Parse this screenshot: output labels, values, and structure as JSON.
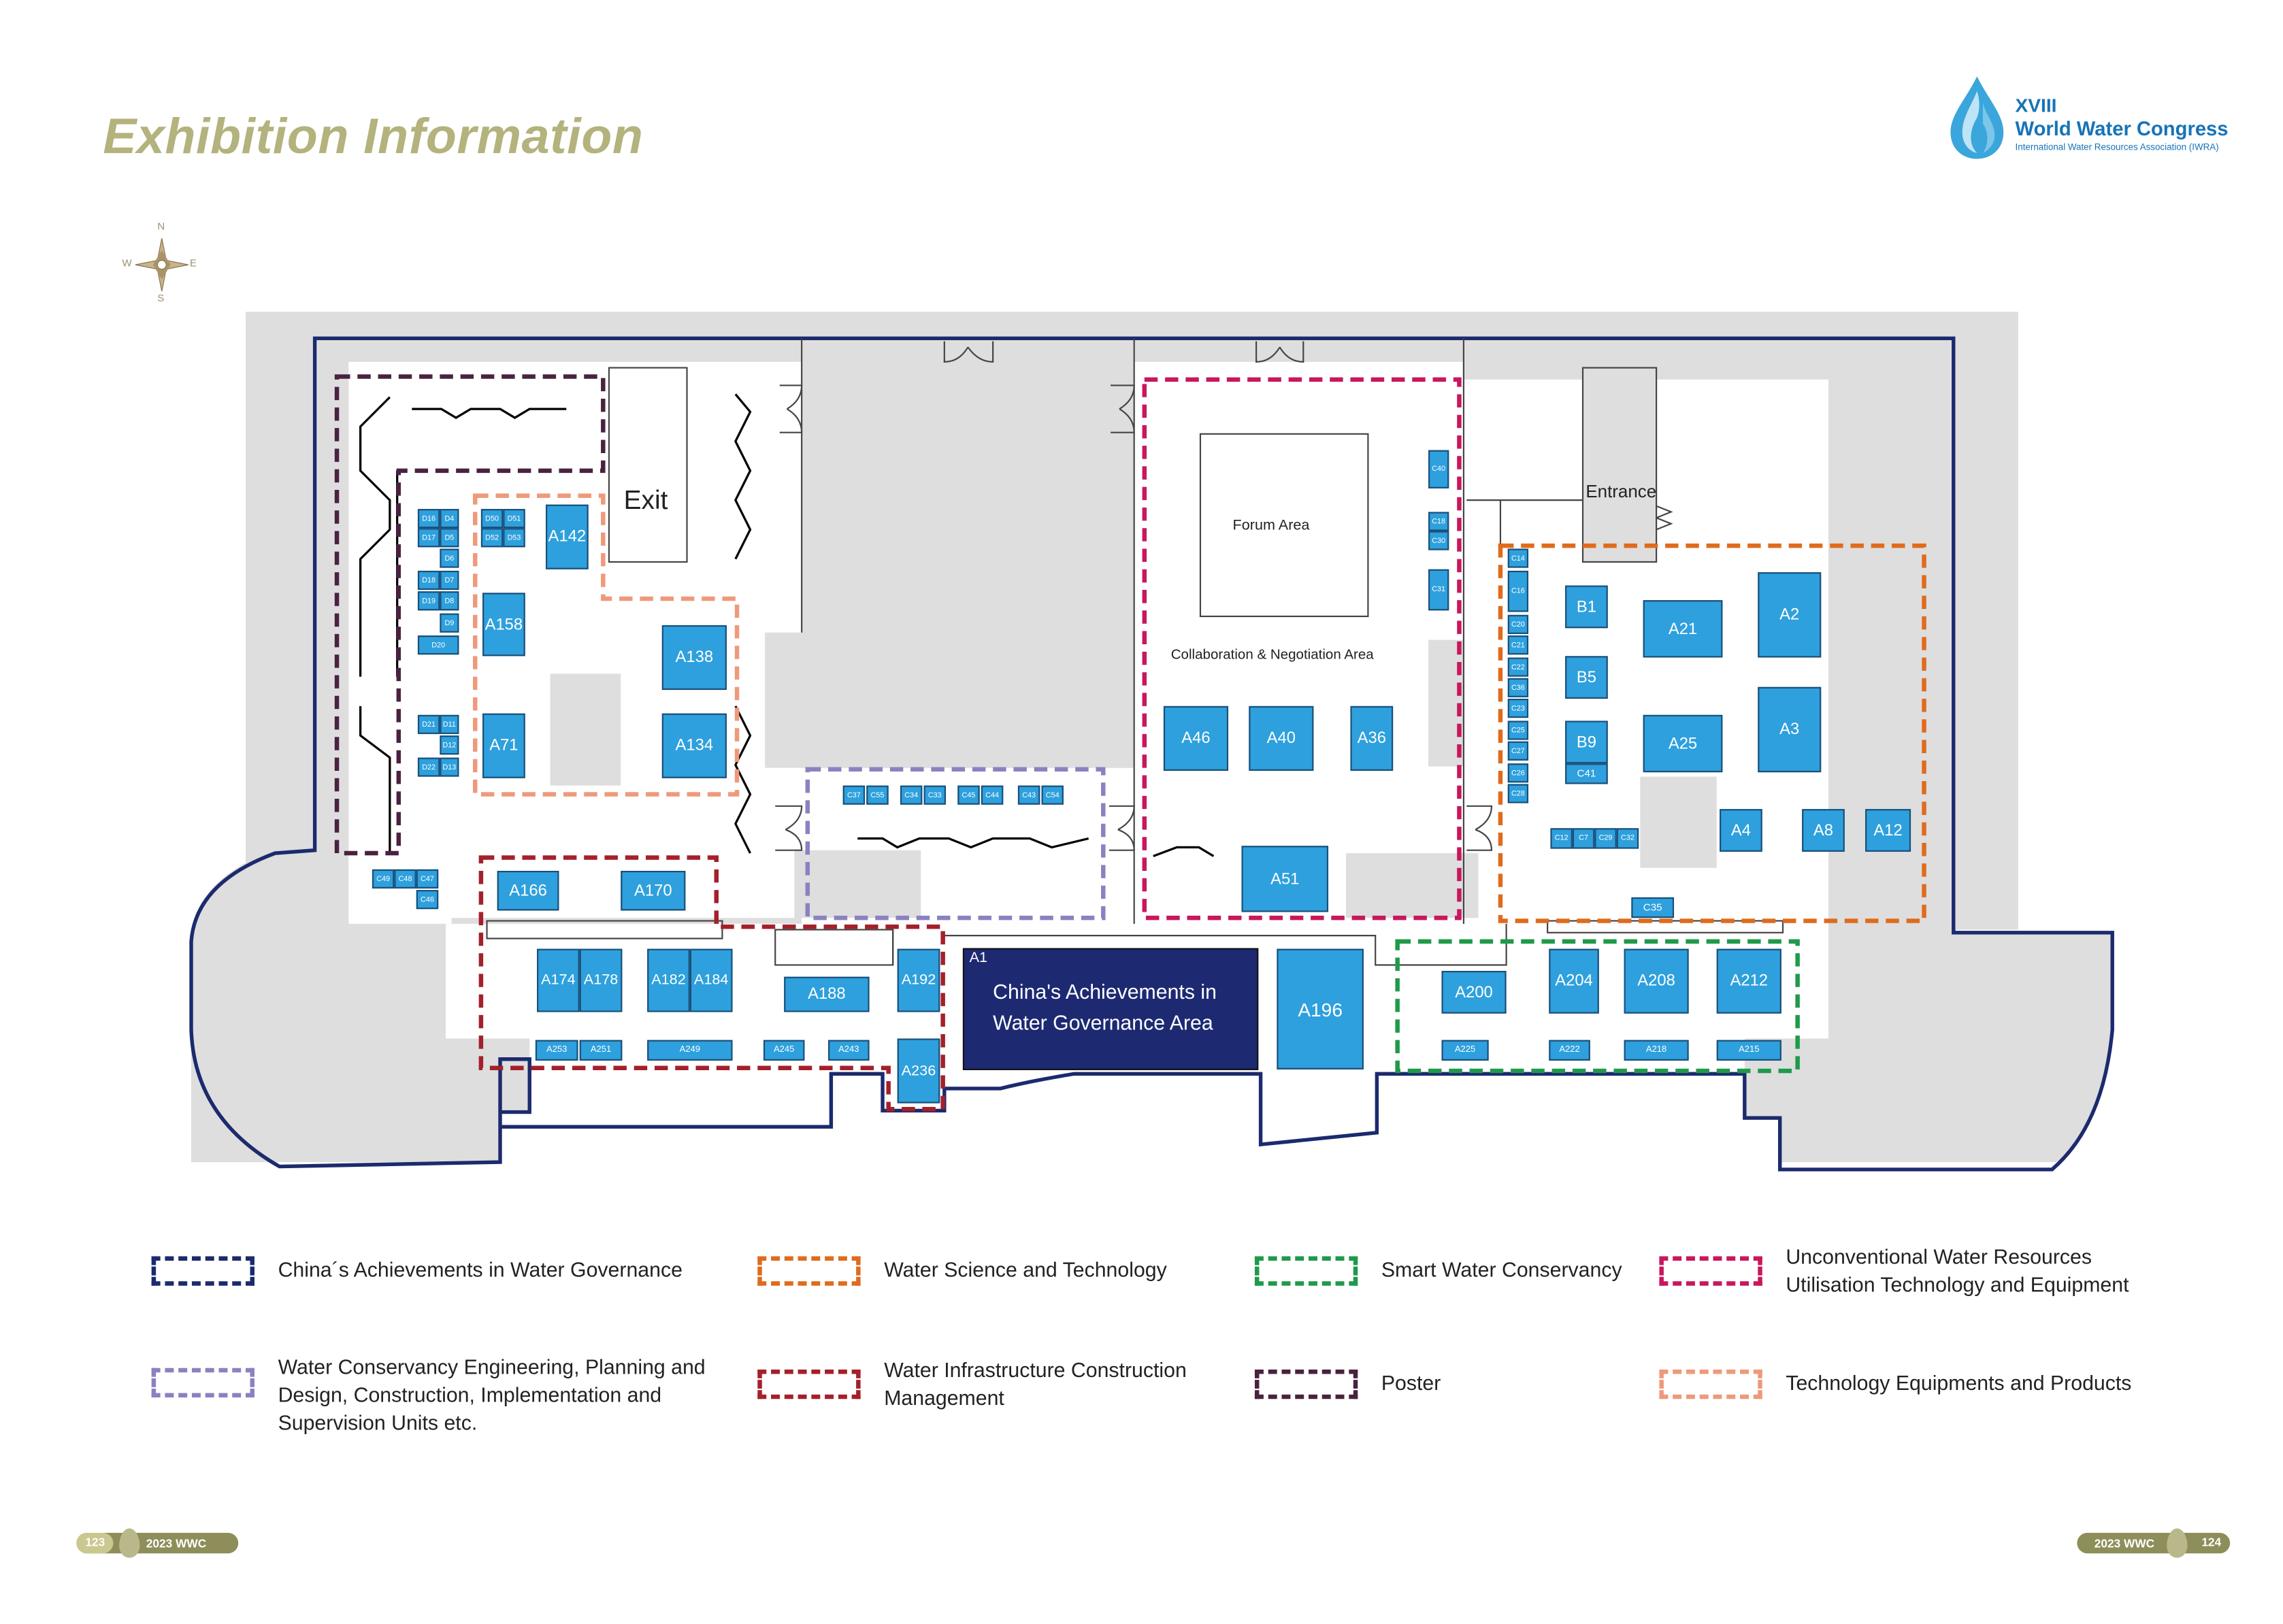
{
  "page": {
    "title": "Exhibition Information",
    "logo": {
      "roman": "XVIII",
      "name": "World Water Congress",
      "subtitle": "International Water Resources Association (IWRA)"
    },
    "compass": {
      "n": "N",
      "s": "S",
      "e": "E",
      "w": "W"
    },
    "footer": {
      "left_page": "123",
      "left_tag": "2023 WWC",
      "right_tag": "2023 WWC",
      "right_page": "124"
    }
  },
  "colors": {
    "booth_fill": "#2ea0dd",
    "venue_outline": "#1c2a6e",
    "china_area_fill": "#1d2a72",
    "grey_zone": "#dedede"
  },
  "areas": {
    "exit": "Exit",
    "entrance": "Entrance",
    "forum": "Forum Area",
    "collab": "Collaboration & Negotiation Area",
    "china_tag": "A1",
    "china_line1": "China's Achievements in",
    "china_line2": "Water Governance Area"
  },
  "booths": [
    {
      "id": "A142"
    },
    {
      "id": "A158"
    },
    {
      "id": "A138"
    },
    {
      "id": "A71"
    },
    {
      "id": "A134"
    },
    {
      "id": "D16"
    },
    {
      "id": "D4"
    },
    {
      "id": "D17"
    },
    {
      "id": "D5"
    },
    {
      "id": "D6"
    },
    {
      "id": "D18"
    },
    {
      "id": "D7"
    },
    {
      "id": "D19"
    },
    {
      "id": "D8"
    },
    {
      "id": "D9"
    },
    {
      "id": "D20"
    },
    {
      "id": "D50"
    },
    {
      "id": "D51"
    },
    {
      "id": "D52"
    },
    {
      "id": "D53"
    },
    {
      "id": "D21"
    },
    {
      "id": "D11"
    },
    {
      "id": "D12"
    },
    {
      "id": "D22"
    },
    {
      "id": "D13"
    },
    {
      "id": "C49"
    },
    {
      "id": "C48"
    },
    {
      "id": "C47"
    },
    {
      "id": "C46"
    },
    {
      "id": "A166"
    },
    {
      "id": "A170"
    },
    {
      "id": "A174"
    },
    {
      "id": "A178"
    },
    {
      "id": "A182"
    },
    {
      "id": "A184"
    },
    {
      "id": "A188"
    },
    {
      "id": "A192"
    },
    {
      "id": "A236"
    },
    {
      "id": "A253"
    },
    {
      "id": "A251"
    },
    {
      "id": "A249"
    },
    {
      "id": "A245"
    },
    {
      "id": "A243"
    },
    {
      "id": "C37"
    },
    {
      "id": "C55"
    },
    {
      "id": "C34"
    },
    {
      "id": "C33"
    },
    {
      "id": "C45"
    },
    {
      "id": "C44"
    },
    {
      "id": "C43"
    },
    {
      "id": "C54"
    },
    {
      "id": "C40"
    },
    {
      "id": "C18"
    },
    {
      "id": "C30"
    },
    {
      "id": "C31"
    },
    {
      "id": "A46"
    },
    {
      "id": "A40"
    },
    {
      "id": "A36"
    },
    {
      "id": "A51"
    },
    {
      "id": "A196"
    },
    {
      "id": "A200"
    },
    {
      "id": "A204"
    },
    {
      "id": "A208"
    },
    {
      "id": "A212"
    },
    {
      "id": "A225"
    },
    {
      "id": "A222"
    },
    {
      "id": "A218"
    },
    {
      "id": "A215"
    },
    {
      "id": "C14"
    },
    {
      "id": "C16"
    },
    {
      "id": "C20"
    },
    {
      "id": "C21"
    },
    {
      "id": "C22"
    },
    {
      "id": "C36"
    },
    {
      "id": "C23"
    },
    {
      "id": "C25"
    },
    {
      "id": "C27"
    },
    {
      "id": "C26"
    },
    {
      "id": "C28"
    },
    {
      "id": "B1"
    },
    {
      "id": "A21"
    },
    {
      "id": "A2"
    },
    {
      "id": "B5"
    },
    {
      "id": "A3"
    },
    {
      "id": "B9"
    },
    {
      "id": "C41"
    },
    {
      "id": "A25"
    },
    {
      "id": "C12"
    },
    {
      "id": "C7"
    },
    {
      "id": "C29"
    },
    {
      "id": "C32"
    },
    {
      "id": "A4"
    },
    {
      "id": "A8"
    },
    {
      "id": "A12"
    },
    {
      "id": "C35"
    }
  ],
  "legend": [
    {
      "name": "china-achievements",
      "color": "#1c2a6e",
      "label": "China´s Achievements in Water Governance"
    },
    {
      "name": "water-science",
      "color": "#e06b1c",
      "label": "Water Science and Technology"
    },
    {
      "name": "smart-water",
      "color": "#1f9a4a",
      "label": "Smart Water Conservancy"
    },
    {
      "name": "unconventional",
      "color": "#c8175d",
      "label": "Unconventional Water Resources Utilisation Technology and Equipment"
    },
    {
      "name": "engineering-units",
      "color": "#8a82c0",
      "label": "Water Conservancy Engineering, Planning and Design, Construction, Implementation and Supervision Units etc."
    },
    {
      "name": "infrastructure",
      "color": "#a4202a",
      "label": "Water Infrastructure Construction Management"
    },
    {
      "name": "poster",
      "color": "#4a2240",
      "label": "Poster"
    },
    {
      "name": "tech-equipment",
      "color": "#ee9a7a",
      "label": "Technology Equipments and Products"
    }
  ]
}
